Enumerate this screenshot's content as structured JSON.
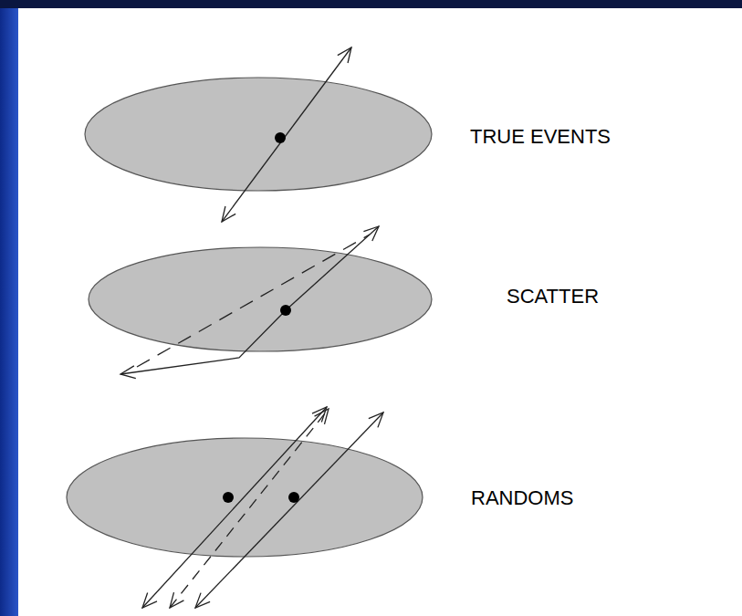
{
  "diagram": {
    "labels": [
      "TRUE EVENTS",
      "SCATTER",
      "RANDOMS"
    ]
  }
}
